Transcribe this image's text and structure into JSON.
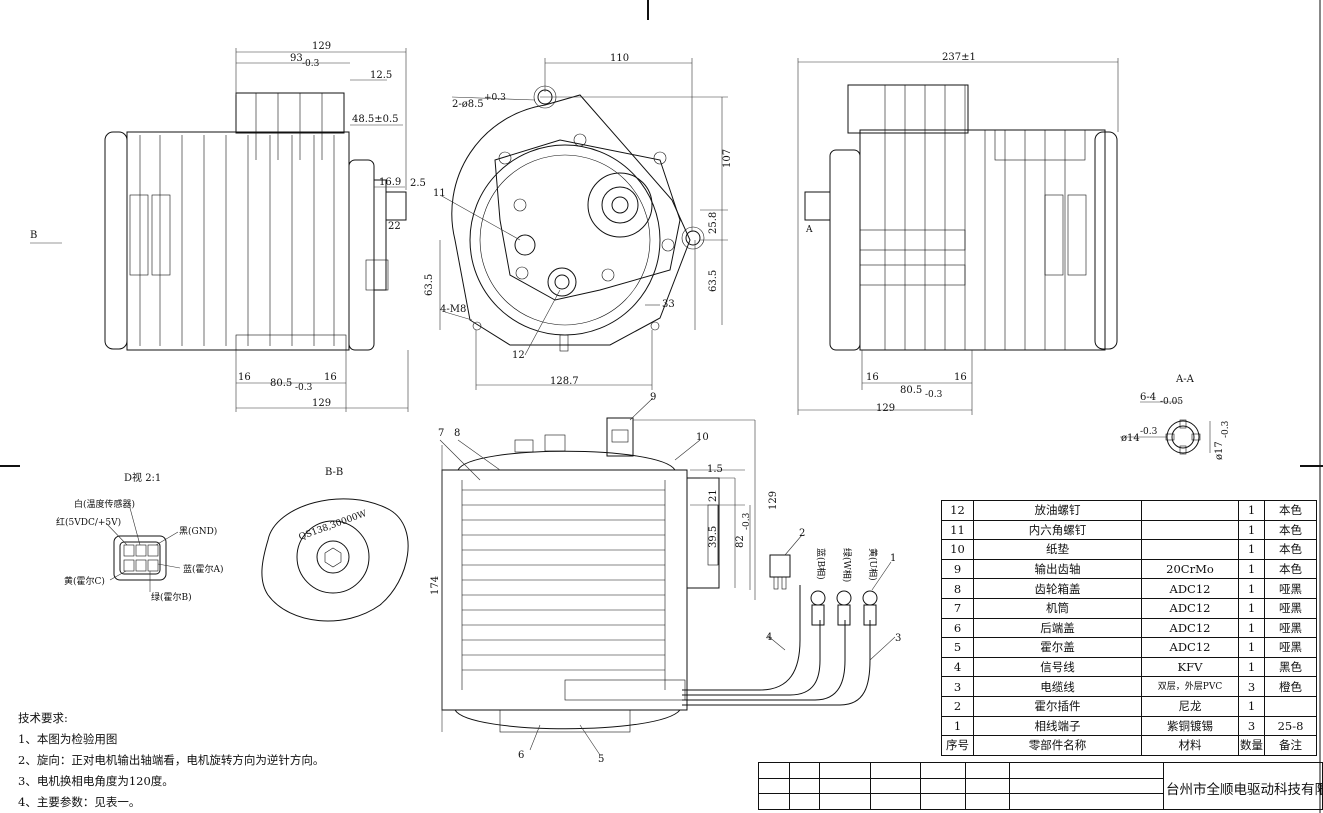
{
  "views": {
    "front_dims": {
      "d1": "129",
      "d2": "93",
      "d2_tol": "-0.3",
      "d3": "12.5",
      "d4": "48.5±0.5",
      "d5": "16.9",
      "d6": "2.5",
      "d7": "22",
      "d8": "16",
      "d9": "80.5",
      "d9_tol": "-0.3",
      "d10": "16",
      "d11": "129",
      "arrow_b": "B"
    },
    "end_dims": {
      "d1": "110",
      "hole": "2-ø8.5",
      "hole_tol": "+0.3",
      "d2": "107",
      "d3": "25.8",
      "d4": "63.5",
      "d5": "63.5",
      "d6": "33",
      "d7": "4-M8",
      "d8": "128.7",
      "callout11": "11",
      "callout12": "12"
    },
    "side_dims": {
      "d1": "237±1",
      "d2": "16",
      "d3": "80.5",
      "d3_tol": "-0.3",
      "d4": "16",
      "d5": "129",
      "marker_a": "A"
    },
    "section_aa": {
      "title": "A-A",
      "d1": "6-4",
      "d1_tol": "-0.05",
      "d2": "ø14",
      "d2_tol": "-0.3",
      "d3": "ø17",
      "d3_tol": "-0.3"
    },
    "view_d": {
      "title": "D视 2:1",
      "white": "白(温度传感器)",
      "red": "红(5VDC/+5V)",
      "black": "黑(GND)",
      "blue": "蓝(霍尔A)",
      "yellow": "黄(霍尔C)",
      "green": "绿(霍尔B)"
    },
    "view_bb": {
      "title": "B-B",
      "engraving": "QS138,30000W"
    },
    "assembly": {
      "c1": "1",
      "c2": "2",
      "c3": "3",
      "c4": "4",
      "c5": "5",
      "c6": "6",
      "c7": "7",
      "c8": "8",
      "c9": "9",
      "c10": "10",
      "d1": "1.5",
      "d2": "21",
      "d3": "39.5",
      "d4": "82",
      "d4_tol": "-0.3",
      "d5": "129",
      "d6": "174",
      "tag_blue": "蓝(B相)",
      "tag_green": "绿(W相)",
      "tag_yellow": "黄(U相)"
    }
  },
  "bom": {
    "rows": [
      {
        "no": "12",
        "name": "放油螺钉",
        "material": "",
        "qty": "1",
        "note": "本色"
      },
      {
        "no": "11",
        "name": "内六角螺钉",
        "material": "",
        "qty": "1",
        "note": "本色"
      },
      {
        "no": "10",
        "name": "纸垫",
        "material": "",
        "qty": "1",
        "note": "本色"
      },
      {
        "no": "9",
        "name": "输出齿轴",
        "material": "20CrMo",
        "qty": "1",
        "note": "本色"
      },
      {
        "no": "8",
        "name": "齿轮箱盖",
        "material": "ADC12",
        "qty": "1",
        "note": "哑黑"
      },
      {
        "no": "7",
        "name": "机筒",
        "material": "ADC12",
        "qty": "1",
        "note": "哑黑"
      },
      {
        "no": "6",
        "name": "后端盖",
        "material": "ADC12",
        "qty": "1",
        "note": "哑黑"
      },
      {
        "no": "5",
        "name": "霍尔盖",
        "material": "ADC12",
        "qty": "1",
        "note": "哑黑"
      },
      {
        "no": "4",
        "name": "信号线",
        "material": "KFV",
        "qty": "1",
        "note": "黑色"
      },
      {
        "no": "3",
        "name": "电缆线",
        "material": "双层，外层PVC",
        "qty": "3",
        "note": "橙色"
      },
      {
        "no": "2",
        "name": "霍尔插件",
        "material": "尼龙",
        "qty": "1",
        "note": ""
      },
      {
        "no": "1",
        "name": "相线端子",
        "material": "紫铜镀锡",
        "qty": "3",
        "note": "25-8"
      }
    ],
    "header": {
      "no": "序号",
      "name": "零部件名称",
      "material": "材料",
      "qty": "数量",
      "note": "备注"
    }
  },
  "notes": {
    "title": "技术要求:",
    "n1": "1、本图为检验用图",
    "n2": "2、旋向：正对电机输出轴端看，电机旋转方向为逆针方向。",
    "n3": "3、电机换相电角度为120度。",
    "n4": "4、主要参数：见表一。"
  },
  "company": "台州市全顺电驱动科技有限公司"
}
